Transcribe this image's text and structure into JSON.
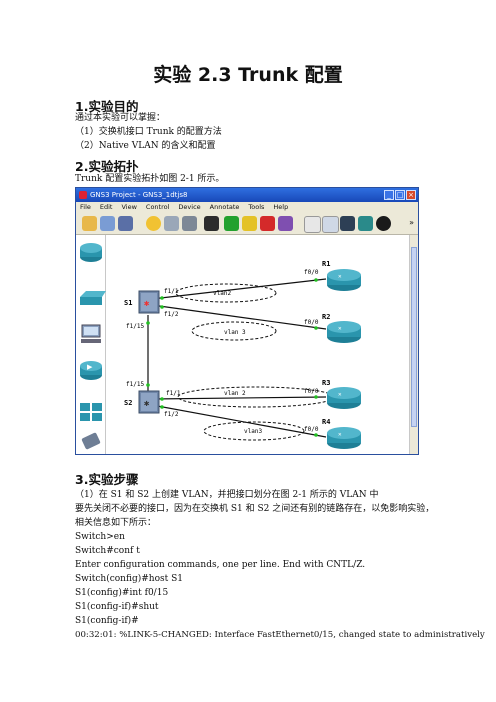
{
  "title": "实验 2.3 Trunk 配置",
  "section1": {
    "heading": "1.实验目的",
    "lines": [
      "通过本实验可以掌握：",
      "（1）交换机接口 Trunk 的配置方法",
      "（2）Native VLAN 的含义和配置"
    ]
  },
  "section2": {
    "heading": "2.实验拓扑",
    "intro": "Trunk 配置实验拓扑如图 2-1 所示。"
  },
  "gns3": {
    "window_title": "GNS3 Project - GNS3_1dtjs8",
    "menu": [
      "File",
      "Edit",
      "View",
      "Control",
      "Device",
      "Annotate",
      "Tools",
      "Help"
    ],
    "more": "»",
    "devices": {
      "r1": "R1",
      "r2": "R2",
      "r3": "R3",
      "r4": "R4",
      "s1": "S1",
      "s2": "S2"
    },
    "ports": {
      "r1_f00": "f0/0",
      "r2_f00": "f0/0",
      "r3_f00": "f0/0",
      "r4_f00": "f0/0",
      "s1_f11": "f1/1",
      "s1_f12": "f1/2",
      "s1_f115": "f1/15",
      "s2_f115": "f1/15",
      "s2_f11": "f1/1",
      "s2_f12": "f1/2"
    },
    "vlans": {
      "v_top": "vlan2",
      "v_mid": "vlan 3",
      "v_s2a": "vlan 2",
      "v_s2b": "vlan3"
    }
  },
  "section3": {
    "heading": "3.实验步骤",
    "lines": [
      "（1）在 S1 和 S2 上创建 VLAN，并把接口划分在图 2-1 所示的 VLAN 中",
      "要先关闭不必要的接口，因为在交换机 S1 和 S2 之间还有别的链路存在，以免影响实验，",
      "相关信息如下所示：",
      "Switch>en",
      "Switch#conf t",
      "Enter configuration commands, one per line.    End with CNTL/Z.",
      "Switch(config)#host S1",
      "S1(config)#int f0/15",
      "S1(config-if)#shut",
      "S1(config-if)#",
      "00:32:01: %LINK-5-CHANGED: Interface FastEthernet0/15, changed state to administratively"
    ]
  },
  "colors": {
    "router": "#1e7f96",
    "switch": "#6f86a8",
    "link": "#111111",
    "port_dot": "#22c022",
    "title_bar": "#1848b8"
  }
}
